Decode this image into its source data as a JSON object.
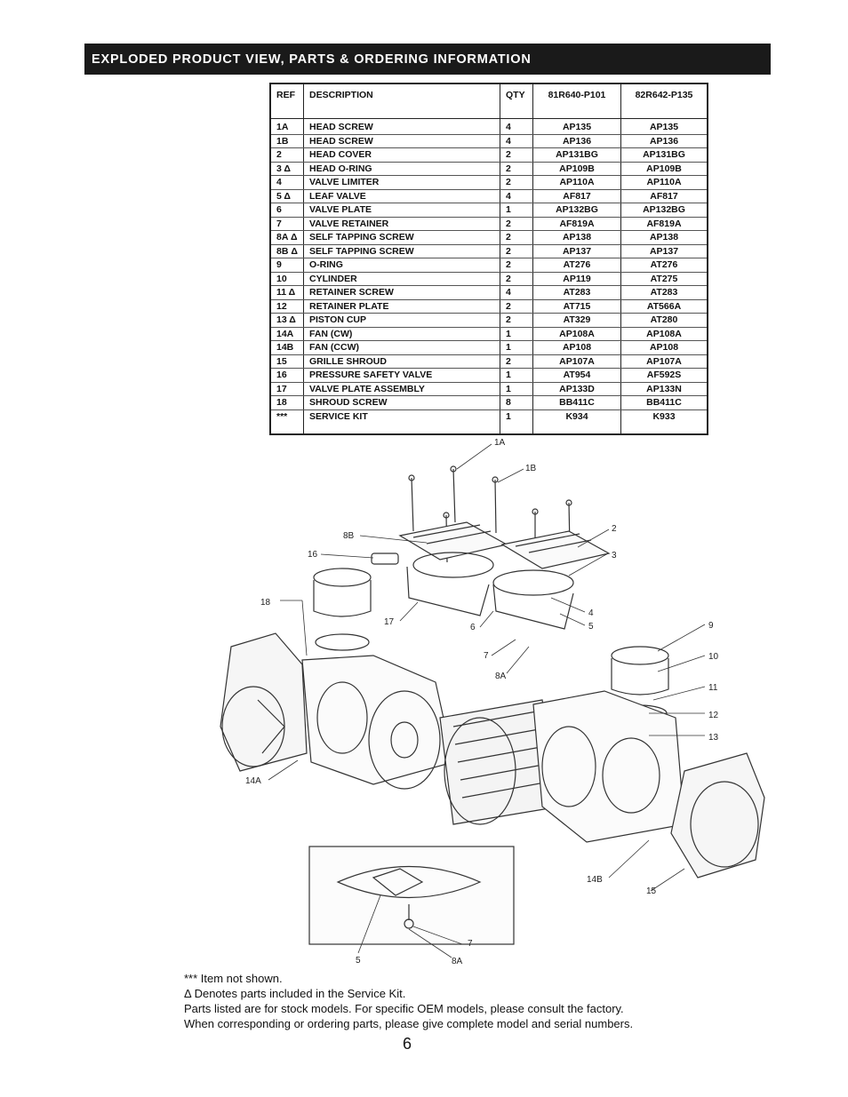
{
  "header": {
    "title": "EXPLODED PRODUCT VIEW, PARTS & ORDERING INFORMATION"
  },
  "table": {
    "columns": [
      "REF",
      "DESCRIPTION",
      "QTY",
      "81R640-P101",
      "82R642-P135"
    ],
    "rows": [
      [
        "1A",
        "HEAD SCREW",
        "4",
        "AP135",
        "AP135"
      ],
      [
        "1B",
        "HEAD SCREW",
        "4",
        "AP136",
        "AP136"
      ],
      [
        "2",
        "HEAD COVER",
        "2",
        "AP131BG",
        "AP131BG"
      ],
      [
        "3 Δ",
        "HEAD O-RING",
        "2",
        "AP109B",
        "AP109B"
      ],
      [
        "4",
        "VALVE LIMITER",
        "2",
        "AP110A",
        "AP110A"
      ],
      [
        "5 Δ",
        "LEAF VALVE",
        "4",
        "AF817",
        "AF817"
      ],
      [
        "6",
        "VALVE PLATE",
        "1",
        "AP132BG",
        "AP132BG"
      ],
      [
        "7",
        "VALVE RETAINER",
        "2",
        "AF819A",
        "AF819A"
      ],
      [
        "8A Δ",
        "SELF TAPPING SCREW",
        "2",
        "AP138",
        "AP138"
      ],
      [
        "8B Δ",
        "SELF TAPPING SCREW",
        "2",
        "AP137",
        "AP137"
      ],
      [
        "9",
        "O-RING",
        "2",
        "AT276",
        "AT276"
      ],
      [
        "10",
        "CYLINDER",
        "2",
        "AP119",
        "AT275"
      ],
      [
        "11 Δ",
        "RETAINER SCREW",
        "4",
        "AT283",
        "AT283"
      ],
      [
        "12",
        "RETAINER PLATE",
        "2",
        "AT715",
        "AT566A"
      ],
      [
        "13 Δ",
        "PISTON CUP",
        "2",
        "AT329",
        "AT280"
      ],
      [
        "14A",
        "FAN (CW)",
        "1",
        "AP108A",
        "AP108A"
      ],
      [
        "14B",
        "FAN (CCW)",
        "1",
        "AP108",
        "AP108"
      ],
      [
        "15",
        "GRILLE SHROUD",
        "2",
        "AP107A",
        "AP107A"
      ],
      [
        "16",
        "PRESSURE SAFETY VALVE",
        "1",
        "AT954",
        "AF592S"
      ],
      [
        "17",
        "VALVE PLATE ASSEMBLY",
        "1",
        "AP133D",
        "AP133N"
      ],
      [
        "18",
        "SHROUD SCREW",
        "8",
        "BB411C",
        "BB411C"
      ],
      [
        "***",
        "SERVICE KIT",
        "1",
        "K934",
        "K933"
      ]
    ]
  },
  "diagram": {
    "callouts": {
      "c1A": "1A",
      "c1B": "1B",
      "c2": "2",
      "c3": "3",
      "c8B": "8B",
      "c16": "16",
      "c18": "18",
      "c17": "17",
      "c6": "6",
      "c4": "4",
      "c5": "5",
      "c7": "7",
      "c8A": "8A",
      "c9": "9",
      "c10": "10",
      "c11": "11",
      "c12": "12",
      "c13": "13",
      "c14A": "14A",
      "c14B": "14B",
      "c15": "15",
      "d5": "5",
      "d7": "7",
      "d8A": "8A"
    }
  },
  "notes": [
    "*** Item not shown.",
    "Δ Denotes parts included in the Service Kit.",
    "Parts listed are for stock models.  For specific OEM models, please consult the factory.",
    "When corresponding or ordering parts, please give complete model and serial numbers."
  ],
  "page_number": "6"
}
